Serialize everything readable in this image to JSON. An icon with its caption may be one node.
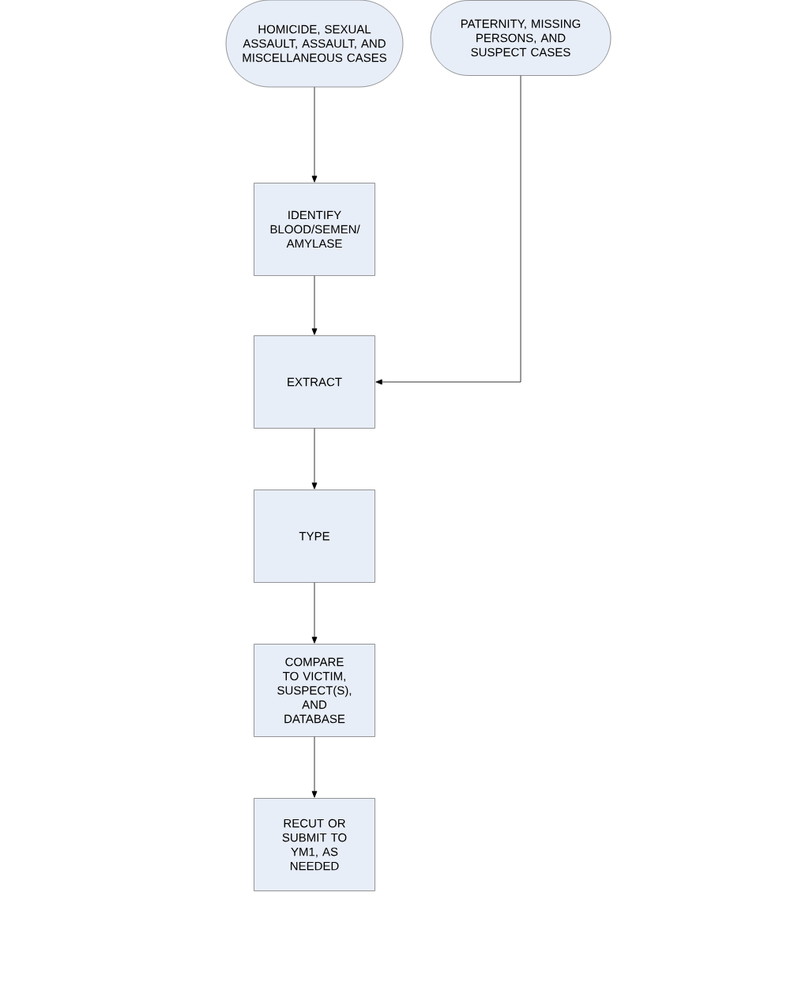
{
  "diagram": {
    "nodes": [
      {
        "text": [
          "HOMICIDE, SEXUAL ASSAULT, ASSAULT, AND MISCELLANEOUS CASES"
        ]
      },
      {
        "text": [
          "PATERNITY, MISSING PERSONS, AND SUSPECT CASES"
        ]
      },
      {
        "text": [
          "IDENTIFY BLOOD/SEMEN/ AMYLASE"
        ]
      },
      {
        "text": [
          "EXTRACT"
        ]
      },
      {
        "text": [
          "TYPE"
        ]
      },
      {
        "text": [
          "COMPARE TO VICTIM, SUSPECT(S), AND DATABASE"
        ]
      },
      {
        "text": [
          "RECUT OR SUBMIT TO YM1, AS NEEDED"
        ]
      }
    ],
    "edges": [
      {
        "from": 0,
        "to": 2,
        "arrow": "to"
      },
      {
        "from": 2,
        "to": 3,
        "arrow": "to"
      },
      {
        "from": 1,
        "to": 3,
        "arrow": "to"
      },
      {
        "from": 3,
        "to": 4,
        "arrow": "to"
      },
      {
        "from": 4,
        "to": 5,
        "arrow": "to"
      },
      {
        "from": 5,
        "to": 6,
        "arrow": "to"
      }
    ]
  }
}
